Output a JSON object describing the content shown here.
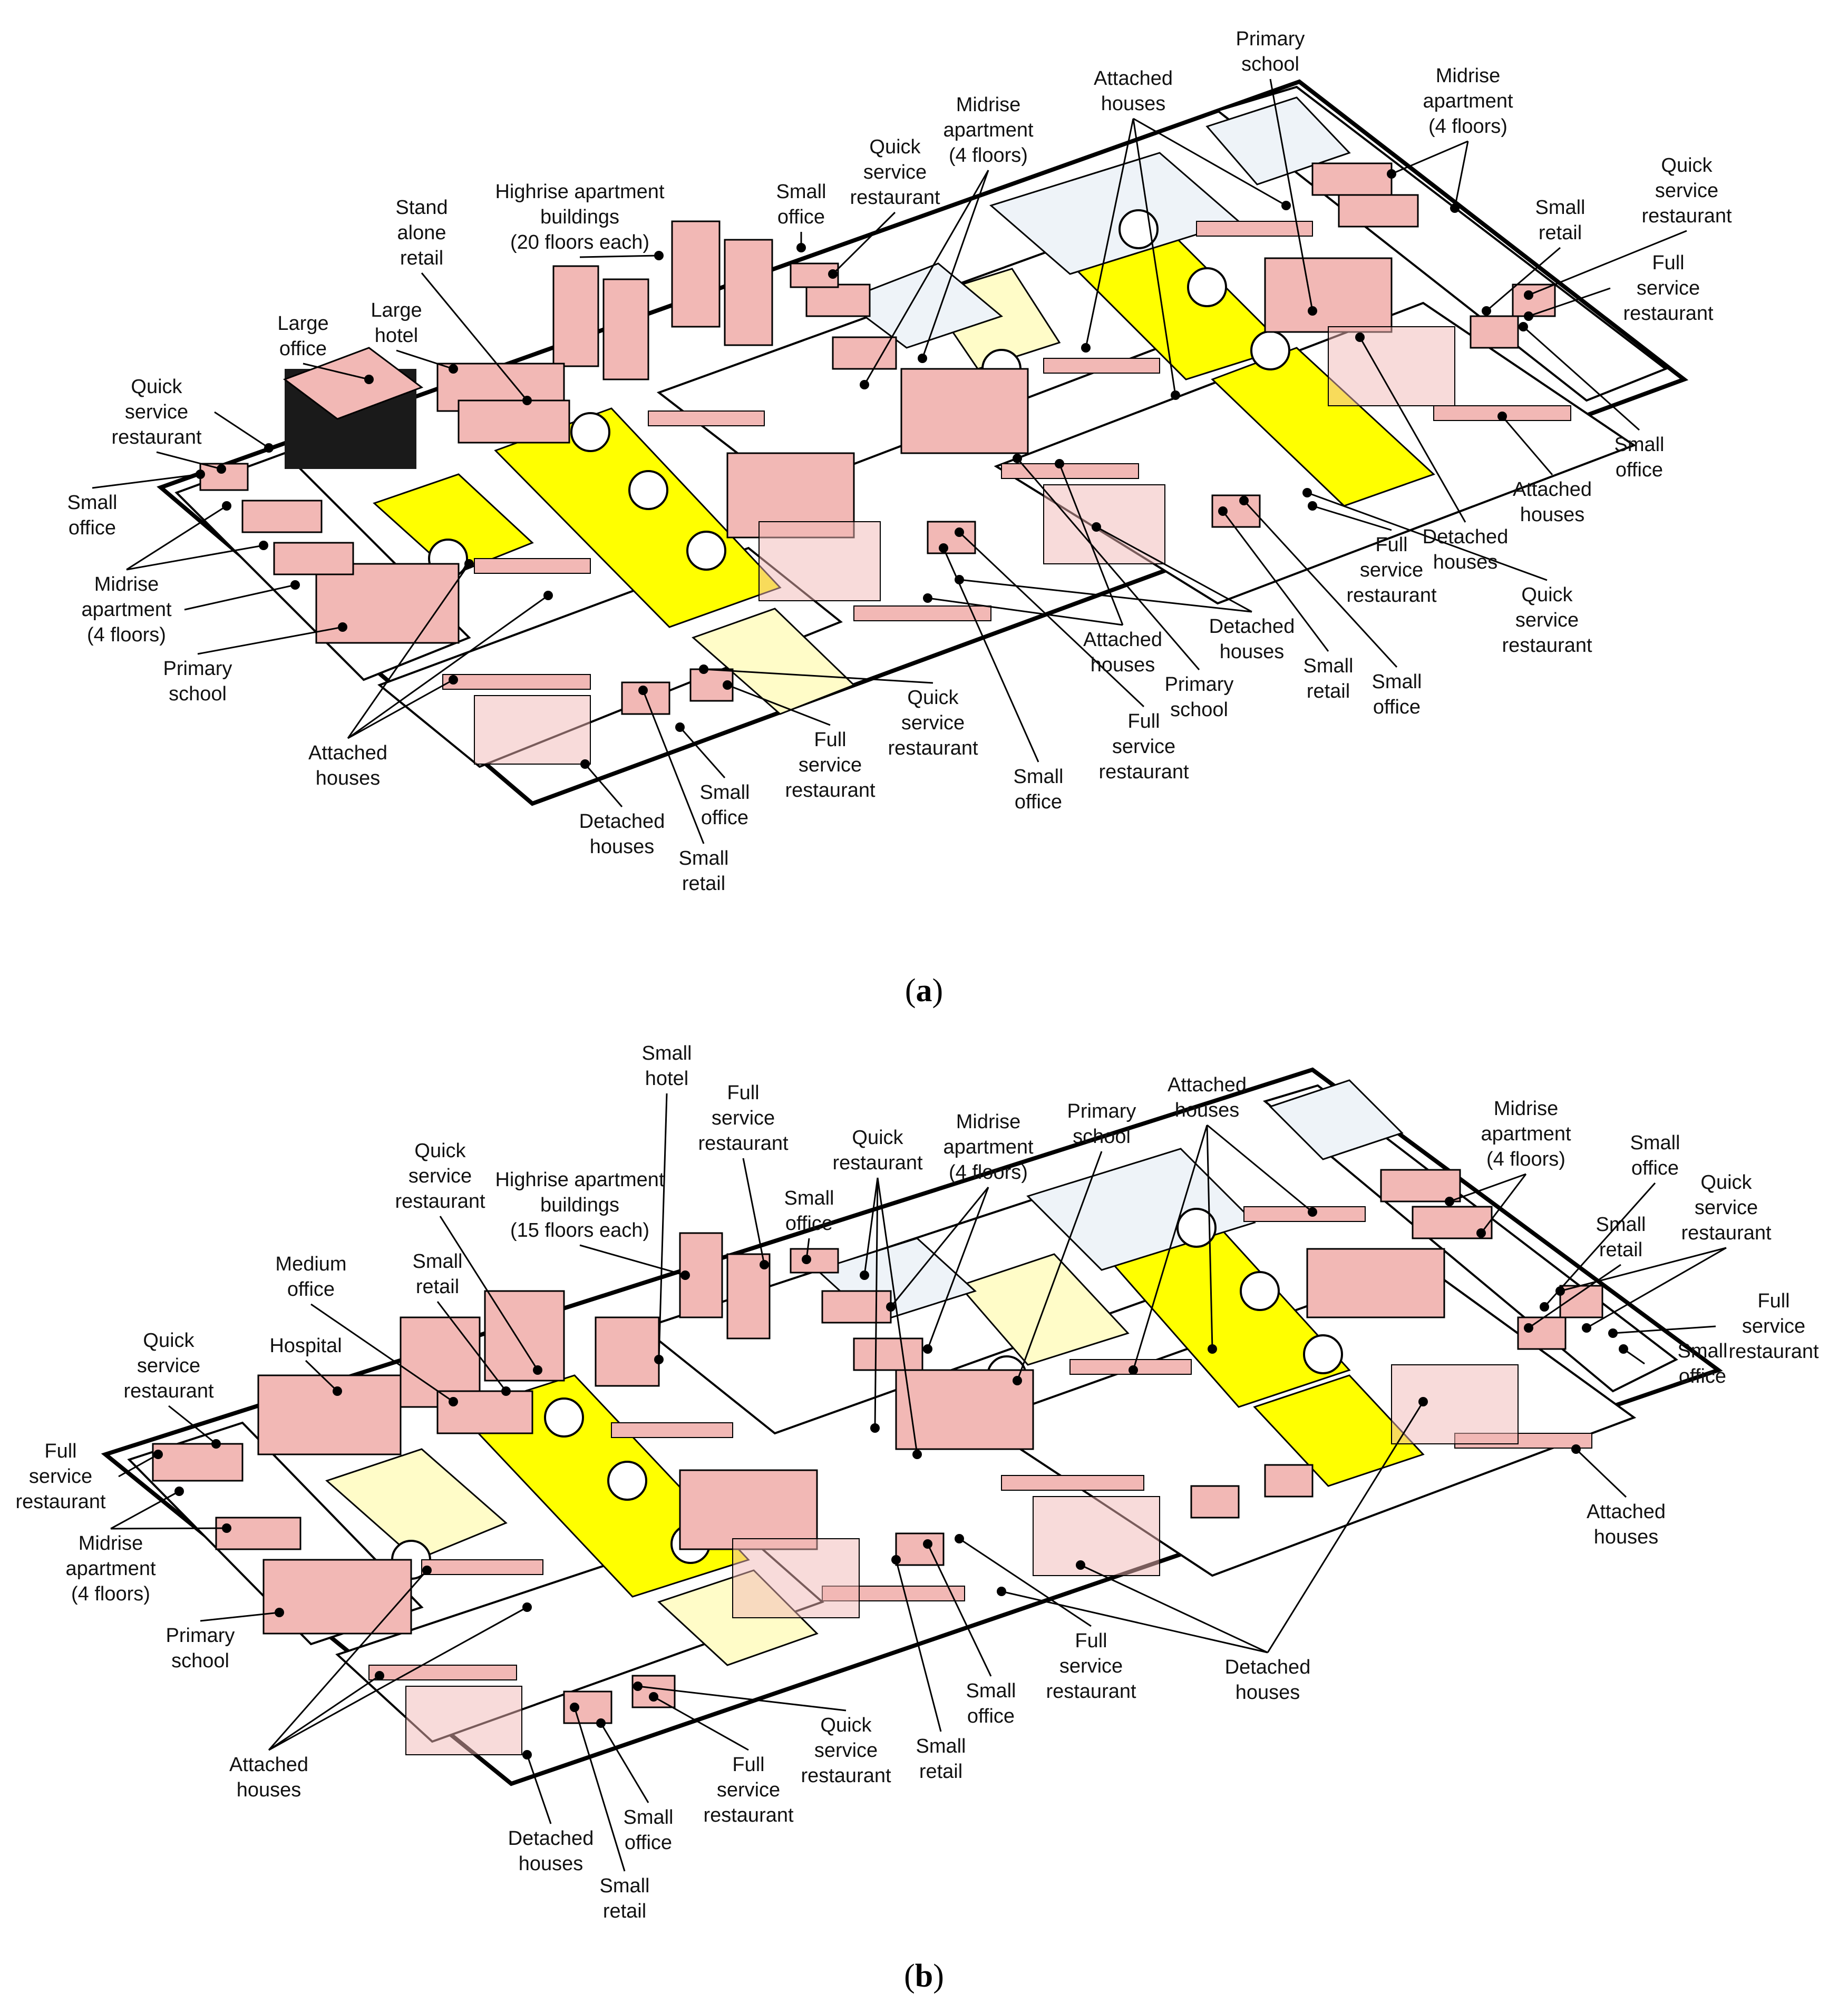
{
  "panels": [
    {
      "id": "a",
      "caption_letter": "a",
      "labels": [
        {
          "key": "a_primary_school_top",
          "lines": [
            "Primary",
            "school"
          ]
        },
        {
          "key": "a_midrise_right",
          "lines": [
            "Midrise",
            "apartment",
            "(4 floors)"
          ]
        },
        {
          "key": "a_attached_top",
          "lines": [
            "Attached",
            "houses"
          ]
        },
        {
          "key": "a_midrise_mid",
          "lines": [
            "Midrise",
            "apartment",
            "(4 floors)"
          ]
        },
        {
          "key": "a_quick_top",
          "lines": [
            "Quick",
            "service",
            "restaurant"
          ]
        },
        {
          "key": "a_small_office_top",
          "lines": [
            "Small",
            "office"
          ]
        },
        {
          "key": "a_highrise",
          "lines": [
            "Highrise apartment",
            "buildings",
            "(20 floors each)"
          ]
        },
        {
          "key": "a_standalone",
          "lines": [
            "Stand",
            "alone",
            "retail"
          ]
        },
        {
          "key": "a_large_hotel",
          "lines": [
            "Large",
            "hotel"
          ]
        },
        {
          "key": "a_large_office",
          "lines": [
            "Large",
            "office"
          ]
        },
        {
          "key": "a_quick_left",
          "lines": [
            "Quick",
            "service",
            "restaurant"
          ]
        },
        {
          "key": "a_small_office_left",
          "lines": [
            "Small",
            "office"
          ]
        },
        {
          "key": "a_midrise_left",
          "lines": [
            "Midrise",
            "apartment",
            "(4 floors)"
          ]
        },
        {
          "key": "a_primary_left",
          "lines": [
            "Primary",
            "school"
          ]
        },
        {
          "key": "a_attached_left",
          "lines": [
            "Attached",
            "houses"
          ]
        },
        {
          "key": "a_detached_bottom",
          "lines": [
            "Detached",
            "houses"
          ]
        },
        {
          "key": "a_small_office_bottom",
          "lines": [
            "Small",
            "office"
          ]
        },
        {
          "key": "a_small_retail_bottom",
          "lines": [
            "Small",
            "retail"
          ]
        },
        {
          "key": "a_full_bottom",
          "lines": [
            "Full",
            "service",
            "restaurant"
          ]
        },
        {
          "key": "a_quick_bottom",
          "lines": [
            "Quick",
            "service",
            "restaurant"
          ]
        },
        {
          "key": "a_small_office_mid",
          "lines": [
            "Small",
            "office"
          ]
        },
        {
          "key": "a_full_mid",
          "lines": [
            "Full",
            "service",
            "restaurant"
          ]
        },
        {
          "key": "a_primary_mid",
          "lines": [
            "Primary",
            "school"
          ]
        },
        {
          "key": "a_attached_mid",
          "lines": [
            "Attached",
            "houses"
          ]
        },
        {
          "key": "a_detached_mid",
          "lines": [
            "Detached",
            "houses"
          ]
        },
        {
          "key": "a_small_retail_mid",
          "lines": [
            "Small",
            "retail"
          ]
        },
        {
          "key": "a_small_office_mid2",
          "lines": [
            "Small",
            "office"
          ]
        },
        {
          "key": "a_full_mid2",
          "lines": [
            "Full",
            "service",
            "restaurant"
          ]
        },
        {
          "key": "a_quick_right2",
          "lines": [
            "Quick",
            "service",
            "restaurant"
          ]
        },
        {
          "key": "a_detached_right",
          "lines": [
            "Detached",
            "houses"
          ]
        },
        {
          "key": "a_attached_right",
          "lines": [
            "Attached",
            "houses"
          ]
        },
        {
          "key": "a_small_office_right",
          "lines": [
            "Small",
            "office"
          ]
        },
        {
          "key": "a_full_right",
          "lines": [
            "Full",
            "service",
            "restaurant"
          ]
        },
        {
          "key": "a_quick_right",
          "lines": [
            "Quick",
            "service",
            "restaurant"
          ]
        },
        {
          "key": "a_small_retail_right",
          "lines": [
            "Small",
            "retail"
          ]
        }
      ]
    },
    {
      "id": "b",
      "caption_letter": "b",
      "labels": [
        {
          "key": "b_small_hotel",
          "lines": [
            "Small",
            "hotel"
          ]
        },
        {
          "key": "b_full_top",
          "lines": [
            "Full",
            "service",
            "restaurant"
          ]
        },
        {
          "key": "b_small_office_top",
          "lines": [
            "Small",
            "office"
          ]
        },
        {
          "key": "b_quick_top",
          "lines": [
            "Quick",
            "restaurant"
          ]
        },
        {
          "key": "b_midrise_top",
          "lines": [
            "Midrise",
            "apartment",
            "(4 floors)"
          ]
        },
        {
          "key": "b_primary_top",
          "lines": [
            "Primary",
            "school"
          ]
        },
        {
          "key": "b_attached_top",
          "lines": [
            "Attached",
            "houses"
          ]
        },
        {
          "key": "b_midrise_right",
          "lines": [
            "Midrise",
            "apartment",
            "(4 floors)"
          ]
        },
        {
          "key": "b_small_office_right_top",
          "lines": [
            "Small",
            "office"
          ]
        },
        {
          "key": "b_quick_right",
          "lines": [
            "Quick",
            "service",
            "restaurant"
          ]
        },
        {
          "key": "b_small_retail_right",
          "lines": [
            "Small",
            "retail"
          ]
        },
        {
          "key": "b_full_right",
          "lines": [
            "Full",
            "service",
            "restaurant"
          ]
        },
        {
          "key": "b_small_office_right",
          "lines": [
            "Small",
            "office"
          ]
        },
        {
          "key": "b_attached_right",
          "lines": [
            "Attached",
            "houses"
          ]
        },
        {
          "key": "b_quick_left_top",
          "lines": [
            "Quick",
            "service",
            "restaurant"
          ]
        },
        {
          "key": "b_highrise",
          "lines": [
            "Highrise apartment",
            "buildings",
            "(15 floors each)"
          ]
        },
        {
          "key": "b_medium_office",
          "lines": [
            "Medium",
            "office"
          ]
        },
        {
          "key": "b_small_retail_top",
          "lines": [
            "Small",
            "retail"
          ]
        },
        {
          "key": "b_quick_left",
          "lines": [
            "Quick",
            "service",
            "restaurant"
          ]
        },
        {
          "key": "b_hospital",
          "lines": [
            "Hospital"
          ]
        },
        {
          "key": "b_full_left",
          "lines": [
            "Full",
            "service",
            "restaurant"
          ]
        },
        {
          "key": "b_midrise_left",
          "lines": [
            "Midrise",
            "apartment",
            "(4 floors)"
          ]
        },
        {
          "key": "b_primary_left",
          "lines": [
            "Primary",
            "school"
          ]
        },
        {
          "key": "b_attached_left",
          "lines": [
            "Attached",
            "houses"
          ]
        },
        {
          "key": "b_detached_bottom",
          "lines": [
            "Detached",
            "houses"
          ]
        },
        {
          "key": "b_small_office_bottom",
          "lines": [
            "Small",
            "office"
          ]
        },
        {
          "key": "b_small_retail_bottom",
          "lines": [
            "Small",
            "retail"
          ]
        },
        {
          "key": "b_full_bottom",
          "lines": [
            "Full",
            "service",
            "restaurant"
          ]
        },
        {
          "key": "b_quick_bottom",
          "lines": [
            "Quick",
            "service",
            "restaurant"
          ]
        },
        {
          "key": "b_small_retail_mid",
          "lines": [
            "Small",
            "retail"
          ]
        },
        {
          "key": "b_small_office_mid",
          "lines": [
            "Small",
            "office"
          ]
        },
        {
          "key": "b_full_mid",
          "lines": [
            "Full",
            "service",
            "restaurant"
          ]
        },
        {
          "key": "b_detached_mid",
          "lines": [
            "Detached",
            "houses"
          ]
        }
      ]
    }
  ],
  "colors": {
    "road_outline": "#000000",
    "building_fill": "#f2b8b5",
    "building_side": "#e0e0e0",
    "park_bright": "#ffff00",
    "park_light": "#fffcc8",
    "lot_blank": "#eef3f8",
    "block_fill": "#ffffff"
  }
}
